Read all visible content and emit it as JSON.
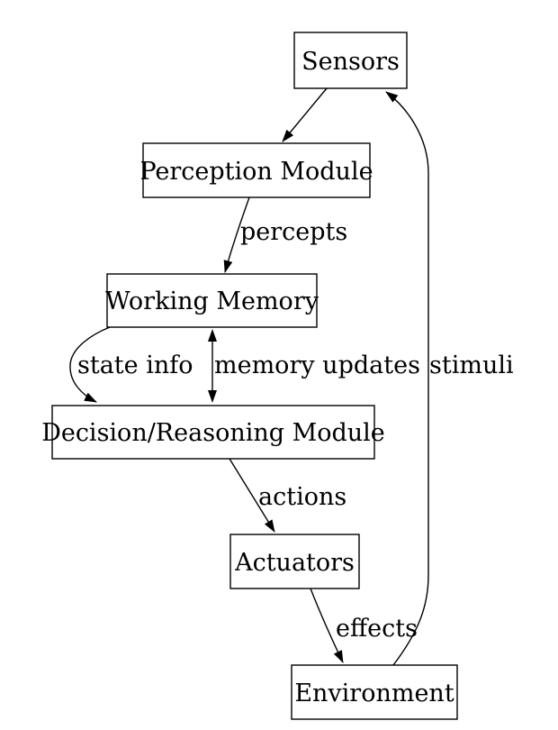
{
  "page": {
    "background": "#ffffff",
    "foreground": "#000000"
  },
  "diagram": {
    "kind": "directed-graph-flowchart",
    "node_fill": "#ffffff",
    "node_border_color": "#000000",
    "edge_color": "#000000",
    "nodes": [
      {
        "id": "sensors",
        "label": "Sensors"
      },
      {
        "id": "perception-module",
        "label": "Perception Module"
      },
      {
        "id": "working-memory",
        "label": "Working Memory"
      },
      {
        "id": "decision-reasoning-module",
        "label": "Decision/Reasoning Module"
      },
      {
        "id": "actuators",
        "label": "Actuators"
      },
      {
        "id": "environment",
        "label": "Environment"
      }
    ],
    "edges": [
      {
        "from": "sensors",
        "to": "perception-module",
        "label": "",
        "bidirectional": false
      },
      {
        "from": "perception-module",
        "to": "working-memory",
        "label": "percepts",
        "bidirectional": false
      },
      {
        "from": "working-memory",
        "to": "decision-reasoning-module",
        "label": "state info",
        "bidirectional": false
      },
      {
        "from": "working-memory",
        "to": "decision-reasoning-module",
        "label": "memory updates",
        "bidirectional": true
      },
      {
        "from": "decision-reasoning-module",
        "to": "actuators",
        "label": "actions",
        "bidirectional": false
      },
      {
        "from": "actuators",
        "to": "environment",
        "label": "effects",
        "bidirectional": false
      },
      {
        "from": "environment",
        "to": "sensors",
        "label": "stimuli",
        "bidirectional": false
      }
    ]
  }
}
